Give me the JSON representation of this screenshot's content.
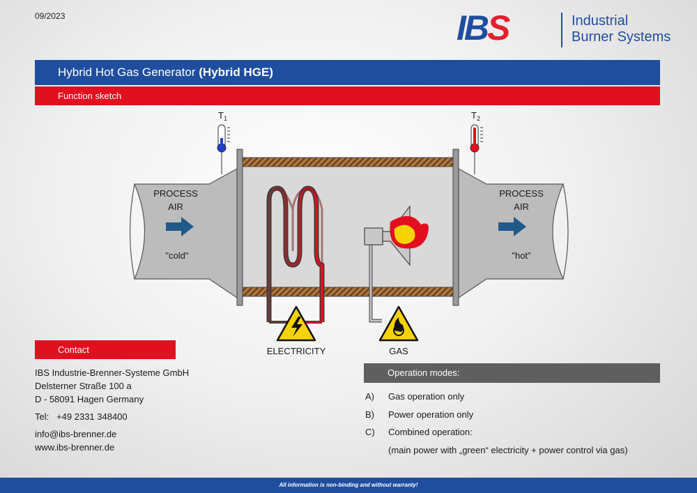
{
  "header": {
    "date": "09/2023",
    "logo_mark_main": "IB",
    "logo_mark_accent": "S",
    "logo_line1": "Industrial",
    "logo_line2": "Burner Systems"
  },
  "title": {
    "prefix": "Hybrid Hot Gas Generator ",
    "bold": "(Hybrid  HGE)",
    "subtitle": "Function sketch"
  },
  "diagram": {
    "t1_label": "T",
    "t1_sub": "1",
    "t2_label": "T",
    "t2_sub": "2",
    "inlet_line1": "PROCESS",
    "inlet_line2": "AIR",
    "inlet_state": "\"cold\"",
    "outlet_line1": "PROCESS",
    "outlet_line2": "AIR",
    "outlet_state": "\"hot\"",
    "electricity_label": "ELECTRICITY",
    "gas_label": "GAS",
    "icons": [
      "thermometer-icon",
      "flow-arrow-icon",
      "heating-coil-icon",
      "burner-flame-icon",
      "high-voltage-warning-icon",
      "flammable-warning-icon"
    ],
    "colors": {
      "cold": "#1f3fd1",
      "hot": "#e2101f",
      "arrow": "#1f5a8a"
    }
  },
  "contact": {
    "heading": "Contact",
    "company": "IBS Industrie-Brenner-Systeme GmbH",
    "street": "Delsterner Straße 100 a",
    "city": "D - 58091 Hagen Germany",
    "tel": "Tel:   +49 2331 348400",
    "email": "info@ibs-brenner.de",
    "web": "www.ibs-brenner.de"
  },
  "modes": {
    "heading": "Operation modes:",
    "items": [
      {
        "letter": "A)",
        "text": "Gas operation only"
      },
      {
        "letter": "B)",
        "text": "Power operation only"
      },
      {
        "letter": "C)",
        "text": "Combined operation:"
      }
    ],
    "note": "(main power with „green“ electricity + power control via gas)"
  },
  "footer": {
    "disclaimer": "All information is non-binding and without warranty!"
  },
  "colors": {
    "brand_blue": "#1f4e9f",
    "brand_red": "#e2101f",
    "gray_bar": "#5f5f5f"
  }
}
